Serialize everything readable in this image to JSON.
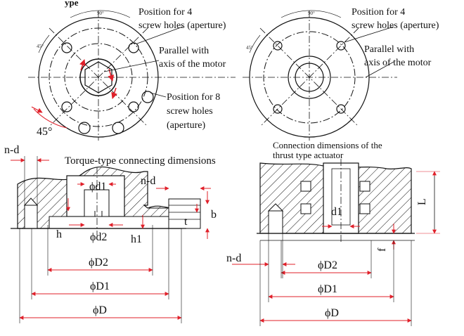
{
  "header": {
    "fragment": "ype"
  },
  "left_top": {
    "angle_small": "90°",
    "angle_side": "45°",
    "position4": [
      "Position for 4",
      "screw holes (aperture)"
    ],
    "parallel": [
      "Parallel with",
      "axis of the motor"
    ],
    "position8": [
      "Position for 8",
      "screw holes",
      "(aperture)"
    ],
    "angle_45": "45°"
  },
  "right_top": {
    "angle_small": "90°",
    "angle_side": "45°",
    "position4": [
      "Position for 4",
      "screw holes (aperture)"
    ],
    "parallel": [
      "Parallel with",
      "axis of the motor"
    ]
  },
  "left_section": {
    "title": "Torque-type connecting dimensions",
    "nd_left": "n-d",
    "nd_right": "n-d",
    "d1": "ϕd1",
    "d2": "ϕd2",
    "D2": "ϕD2",
    "D1": "ϕD1",
    "D": "ϕD",
    "b": "b",
    "t": "t",
    "h": "h",
    "h1": "h1"
  },
  "right_section": {
    "title": [
      "Connection dimensions of the",
      "thrust type actuator"
    ],
    "nd": "n-d",
    "d1": "d1",
    "L": "L",
    "f": "f",
    "D2": "ϕD2",
    "D1": "ϕD1",
    "D": "ϕD"
  },
  "colors": {
    "ink": "#111111",
    "dimension": "#e0202a",
    "background": "#ffffff"
  }
}
